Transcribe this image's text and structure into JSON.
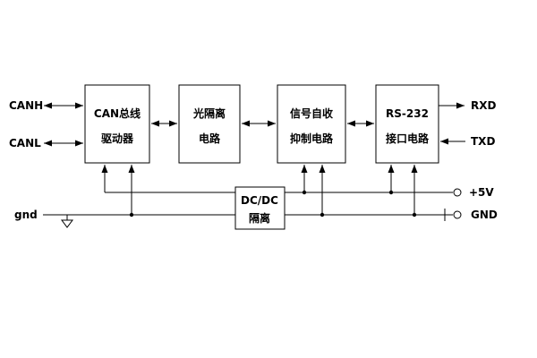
{
  "diagram": {
    "blocks": {
      "can_driver": {
        "line1": "CAN总线",
        "line2": "驱动器"
      },
      "opto_isolation": {
        "line1": "光隔离",
        "line2": "电路"
      },
      "self_receive_suppress": {
        "line1": "信号自收",
        "line2": "抑制电路"
      },
      "rs232_interface": {
        "line1": "RS-232",
        "line2": "接口电路"
      },
      "dcdc_isolation": {
        "line1": "DC/DC",
        "line2": "隔离"
      }
    },
    "pins": {
      "canh": "CANH",
      "canl": "CANL",
      "gnd_isolated": "gnd",
      "rxd": "RXD",
      "txd": "TXD",
      "vcc": "+5V",
      "gnd": "GND"
    },
    "colors": {
      "line": "#000000",
      "background": "#ffffff"
    }
  }
}
